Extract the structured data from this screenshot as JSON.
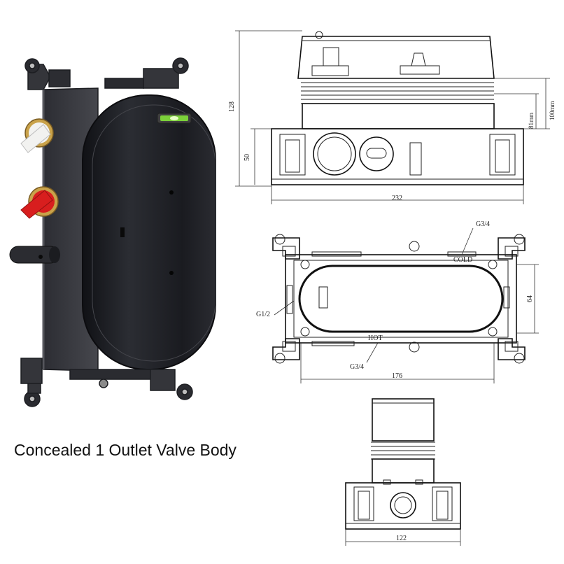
{
  "product": {
    "caption": "Concealed 1 Outlet Valve Body"
  },
  "colors": {
    "body_black": "#1c1d22",
    "frame_grey": "#3a3b40",
    "handle_white": "#f2f2f0",
    "handle_red": "#d81e1e",
    "brass_ring": "#c9a24a",
    "level_green": "#7cd13a",
    "line": "#222222"
  },
  "front_view": {
    "dim_height": "128",
    "dim_lower": "50",
    "dim_width": "232",
    "dim_right_outer": "100mm",
    "dim_right_inner": "81mm"
  },
  "top_view": {
    "label_g34_top": "G3/4",
    "label_cold": "COLD",
    "label_hot": "HOT",
    "label_g12": "G1/2",
    "label_g34_bottom": "G3/4",
    "dim_depth": "64",
    "dim_length": "176"
  },
  "side_view": {
    "dim_width": "122"
  },
  "icons": [
    "spirit-level-icon",
    "white-handle-icon",
    "red-handle-icon"
  ]
}
